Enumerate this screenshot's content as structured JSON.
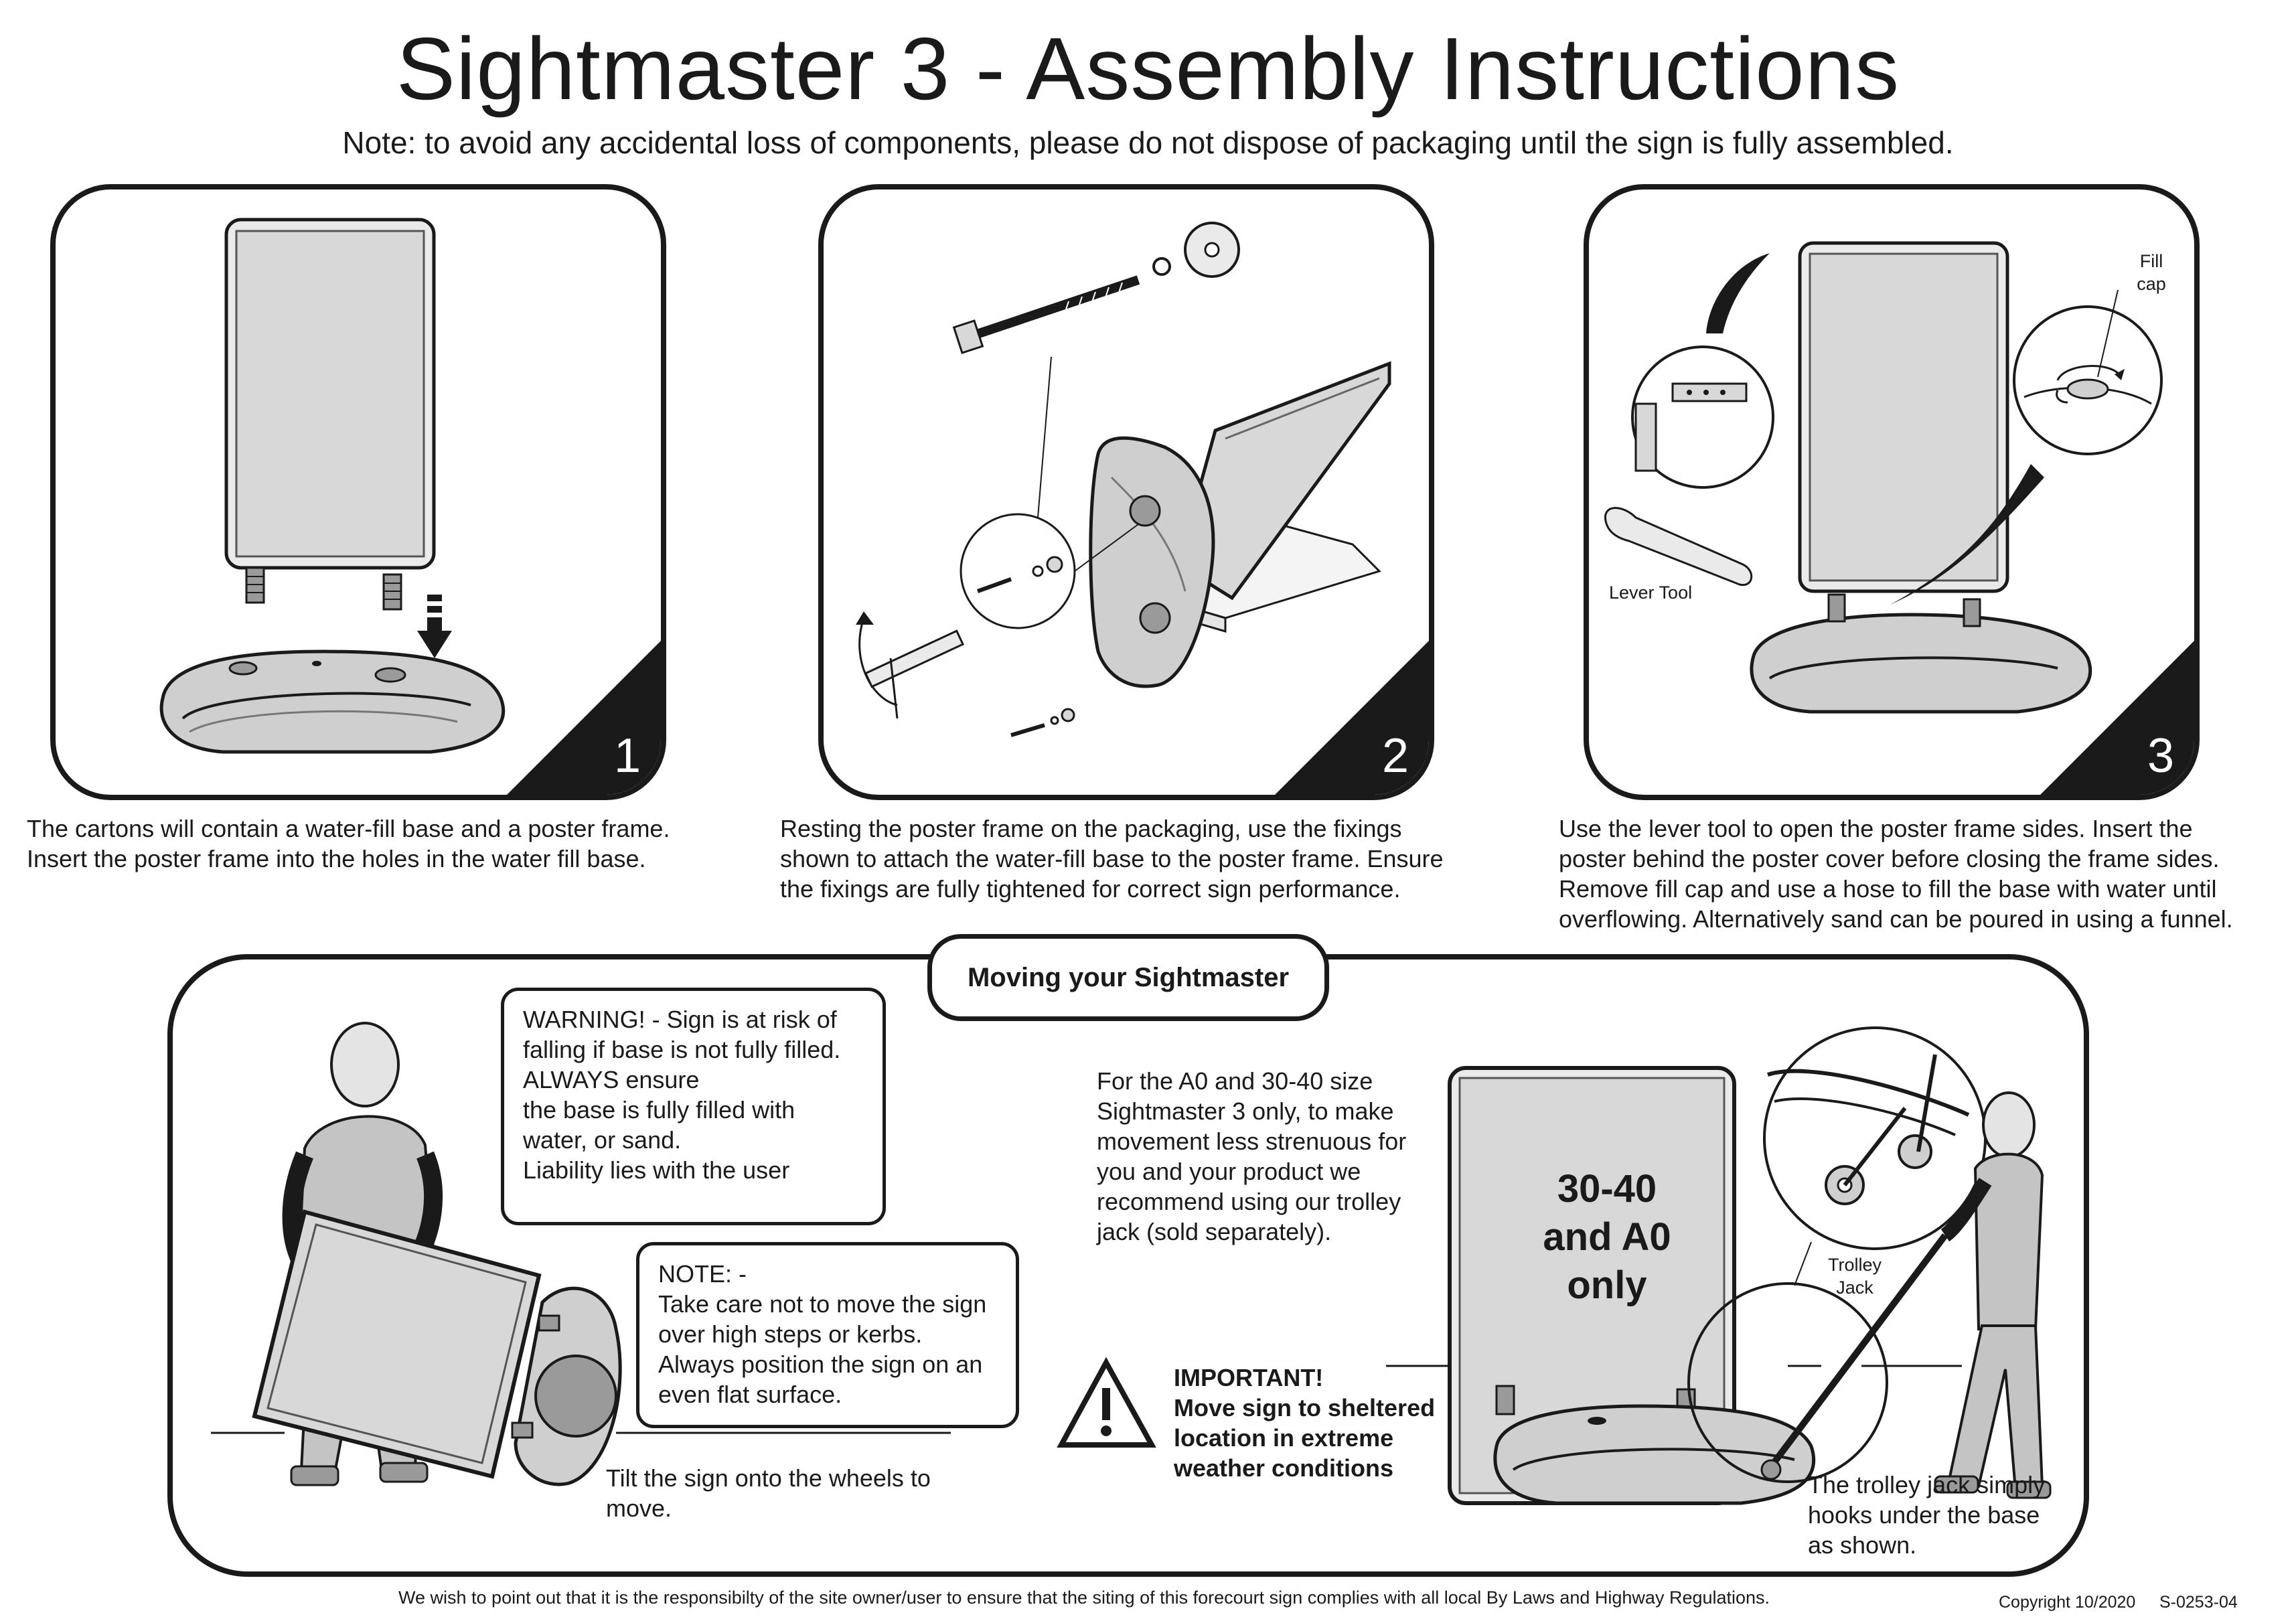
{
  "title": "Sightmaster 3 - Assembly Instructions",
  "note": "Note: to avoid any accidental loss of components, please do not dispose of packaging until the sign is fully assembled.",
  "steps": [
    {
      "number": "1",
      "caption": [
        "The cartons will contain a water-fill base and a poster frame.",
        "Insert the poster frame into the holes in the water fill base."
      ]
    },
    {
      "number": "2",
      "caption": [
        "Resting the poster frame on the packaging, use the fixings",
        "shown to attach the water-fill base to the poster frame. Ensure",
        "the fixings are fully tightened for correct sign performance."
      ]
    },
    {
      "number": "3",
      "caption": [
        "Use the lever tool to open the poster frame sides. Insert the",
        "poster behind the poster cover before closing the frame sides.",
        "Remove fill cap and use a hose to fill the base with water until",
        "overflowing. Alternatively sand can be poured in using a funnel."
      ],
      "labels": {
        "fill_cap_1": "Fill",
        "fill_cap_2": "cap",
        "lever_tool": "Lever Tool"
      }
    }
  ],
  "moving": {
    "heading": "Moving your Sightmaster",
    "warning": [
      "WARNING! - Sign is at risk of",
      "falling if base is not fully filled.",
      "ALWAYS ensure",
      "the base is fully filled with",
      "water, or sand.",
      "Liability lies with the user"
    ],
    "note": [
      "NOTE: -",
      "Take care not to move the sign",
      "over high steps or kerbs.",
      "Always position the sign on an",
      "even flat surface."
    ],
    "tilt": [
      "Tilt the sign onto the wheels to",
      "move."
    ],
    "trolley_info": [
      "For the A0 and 30-40 size",
      "Sightmaster 3 only, to make",
      "movement less strenuous for",
      "you and your product we",
      "recommend using our trolley",
      "jack (sold separately)."
    ],
    "important": [
      "IMPORTANT!",
      "Move sign to sheltered",
      "location in extreme",
      "weather conditions"
    ],
    "sign_text": [
      "30-40",
      "and A0",
      "only"
    ],
    "trolley_label": [
      "Trolley",
      "Jack"
    ],
    "trolley_hooks": [
      "The trolley jack simply",
      "hooks under the base",
      "as shown."
    ]
  },
  "footer": {
    "disclaimer": "We wish to point out that it is the responsibilty of the site owner/user to ensure that the siting of this forecourt sign complies with all local By Laws and Highway Regulations.",
    "copyright": "Copyright 10/2020",
    "code": "S-0253-04"
  },
  "colors": {
    "ink": "#1a1a1a",
    "poster_grey": "#d8d8d8",
    "base_grey": "#cfcfcf",
    "figure_grey": "#c4c4c4"
  }
}
